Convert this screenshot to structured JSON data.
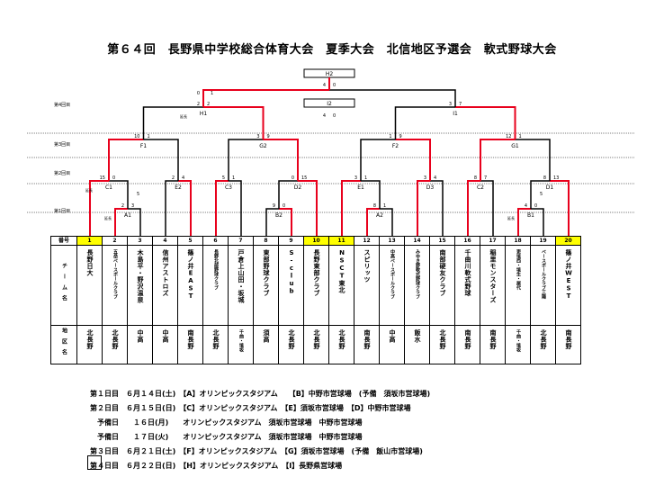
{
  "title": "第６４回　長野県中学校総合体育大会　夏季大会　北信地区予選会　軟式野球大会",
  "round_labels": [
    "第4回目",
    "第3回目",
    "第2回目",
    "第1回目"
  ],
  "table": {
    "number_header": "番号",
    "team_header": "チーム名",
    "district_header": "地区名",
    "teams": [
      {
        "no": "1",
        "name": "長野日大",
        "district": "北長野",
        "highlight": true
      },
      {
        "no": "2",
        "name": "五岳ベースボールクラブ",
        "district": "北長野",
        "highlight": false
      },
      {
        "no": "3",
        "name": "木島平・野沢温泉",
        "district": "中高",
        "highlight": false
      },
      {
        "no": "4",
        "name": "信州アストロズ",
        "district": "中高",
        "highlight": false
      },
      {
        "no": "5",
        "name": "篠ノ井EAST",
        "district": "南長野",
        "highlight": false
      },
      {
        "no": "6",
        "name": "長野北部野球クラブ",
        "district": "北長野",
        "highlight": false
      },
      {
        "no": "7",
        "name": "戸倉上山田・坂城",
        "district": "千曲・埴坂",
        "highlight": false
      },
      {
        "no": "8",
        "name": "東部野球クラブ",
        "district": "須高",
        "highlight": false
      },
      {
        "no": "9",
        "name": "S-club",
        "district": "北長野",
        "highlight": false
      },
      {
        "no": "10",
        "name": "長野東部クラブ",
        "district": "北長野",
        "highlight": true
      },
      {
        "no": "11",
        "name": "NSCT東北",
        "district": "北長野",
        "highlight": true
      },
      {
        "no": "12",
        "name": "スピリッツ",
        "district": "南長野",
        "highlight": false
      },
      {
        "no": "13",
        "name": "中高ベースボールクラブ",
        "district": "中高",
        "highlight": false
      },
      {
        "no": "14",
        "name": "みゆき野軟式野球クラブ",
        "district": "飯水",
        "highlight": false
      },
      {
        "no": "15",
        "name": "南部硬友クラブ",
        "district": "北長野",
        "highlight": false
      },
      {
        "no": "16",
        "name": "千曲川軟式野球",
        "district": "南長野",
        "highlight": false
      },
      {
        "no": "17",
        "name": "稲里モンスターズ",
        "district": "南長野",
        "highlight": false
      },
      {
        "no": "18",
        "name": "更埴西・埴生・屋代",
        "district": "千曲・埴坂",
        "highlight": false
      },
      {
        "no": "19",
        "name": "ベースボールクラブ三陽",
        "district": "北長野",
        "highlight": false
      },
      {
        "no": "20",
        "name": "篠ノ井WEST",
        "district": "南長野",
        "highlight": true
      }
    ]
  },
  "bracket": {
    "games": [
      {
        "id": "A1",
        "left": "2",
        "right": "3",
        "note": "延長"
      },
      {
        "id": "B1",
        "left": "4",
        "right": "0",
        "note": "延長"
      },
      {
        "id": "B2",
        "left": "9",
        "right": "0",
        "note": ""
      },
      {
        "id": "A2",
        "left": "8",
        "right": "1",
        "note": ""
      },
      {
        "id": "C1",
        "left": "15",
        "right": "0",
        "note": "延長"
      },
      {
        "id": "E2",
        "left": "2",
        "right": "4",
        "note": ""
      },
      {
        "id": "C3",
        "left": "5",
        "right": "1",
        "note": ""
      },
      {
        "id": "D2",
        "left": "0",
        "right": "15",
        "note": ""
      },
      {
        "id": "E1",
        "left": "3",
        "right": "1",
        "note": ""
      },
      {
        "id": "D3",
        "left": "3",
        "right": "4",
        "note": ""
      },
      {
        "id": "C2",
        "left": "8",
        "right": "7",
        "note": ""
      },
      {
        "id": "D1",
        "left": "8",
        "right": "13",
        "note": ""
      },
      {
        "id": "F1",
        "left": "10",
        "right": "1",
        "note": ""
      },
      {
        "id": "G2",
        "left": "3",
        "right": "9",
        "note": ""
      },
      {
        "id": "F2",
        "left": "1",
        "right": "9",
        "note": ""
      },
      {
        "id": "G1",
        "left": "12",
        "right": "1",
        "note": ""
      },
      {
        "id": "H1",
        "left": "2",
        "right": "2",
        "note": "延長"
      },
      {
        "id": "I1",
        "left": "3",
        "right": "7",
        "note": ""
      },
      {
        "id": "I2",
        "left": "4",
        "right": "0",
        "note": ""
      },
      {
        "id": "H2",
        "left": "4",
        "right": "0",
        "note": ""
      }
    ],
    "extra_scores": {
      "h1_top_left": "0",
      "h1_top_right": "1",
      "a1_extra": "5",
      "b1_extra": "5"
    }
  },
  "schedule": [
    "第１日目　６月１４日(土)　【A】オリンピックスタジアム　　【B】中野市営球場　(予備　須坂市営球場)",
    "第２日目　６月１５日(日)　【C】オリンピックスタジアム　【E】須坂市営球場　【D】中野市営球場",
    "　予備日　　１６日(月)　　オリンピックスタジアム　須坂市営球場　中野市営球場",
    "　予備日　　１７日(火)　　オリンピックスタジアム　須坂市営球場　中野市営球場",
    "第３日目　６月２１日(土)　【F】オリンピックスタジアム　【G】須坂市営球場　(予備　飯山市営球場)",
    "第４日目　６月２２日(日)　【H】オリンピックスタジアム　【I】長野県営球場"
  ],
  "colors": {
    "winner": "#e8001c",
    "line": "#000000",
    "highlight": "#ffff00"
  }
}
